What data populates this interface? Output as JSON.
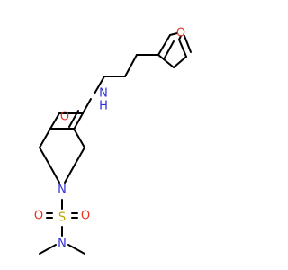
{
  "colors": {
    "bond": "#000000",
    "oxygen": "#e8341f",
    "nitrogen": "#2f2fd8",
    "sulfur": "#bfa600"
  },
  "atoms": {
    "furan_o": "O",
    "carbonyl_o": "O",
    "amide_n": "N",
    "amide_h": "H",
    "ring_n": "N",
    "sulfur": "S",
    "sulfonyl_o_left": "O",
    "sulfonyl_o_right": "O",
    "amine_n": "N"
  }
}
